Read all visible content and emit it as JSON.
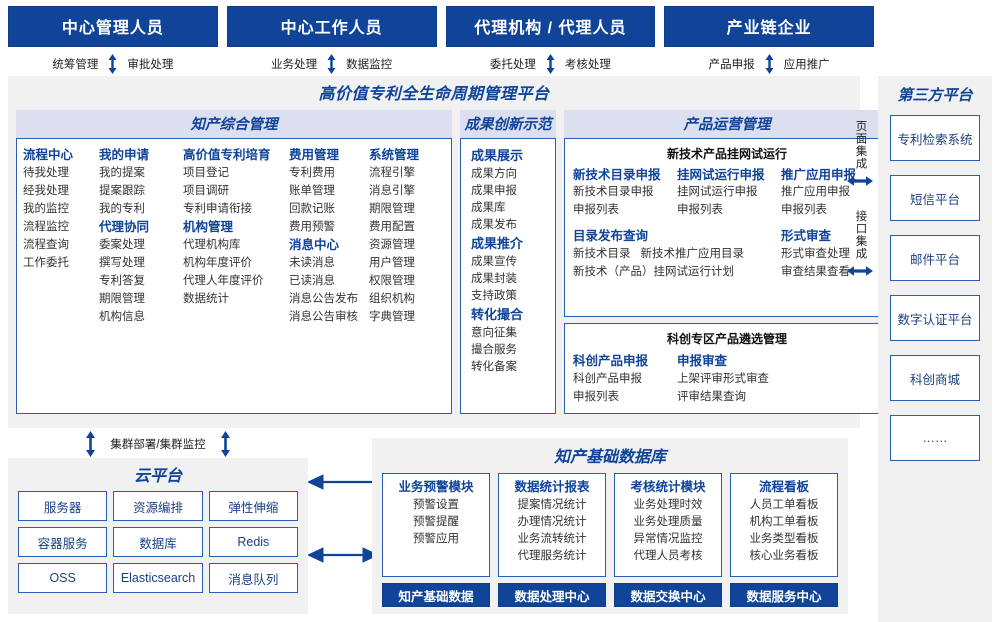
{
  "colors": {
    "brand": "#0f4499",
    "border": "#2b5cb8",
    "band": "#dcdff0",
    "panel": "#f1f1f1"
  },
  "roles": [
    {
      "title": "中心管理人员",
      "left": "统筹管理",
      "right": "审批处理"
    },
    {
      "title": "中心工作人员",
      "left": "业务处理",
      "right": "数据监控"
    },
    {
      "title": "代理机构 / 代理人员",
      "left": "委托处理",
      "right": "考核处理"
    },
    {
      "title": "产业链企业",
      "left": "产品申报",
      "right": "应用推广"
    }
  ],
  "platform": {
    "title": "高价值专利全生命周期管理平台",
    "ip_section": {
      "title": "知产综合管理",
      "columns": [
        {
          "blocks": [
            {
              "head": "流程中心",
              "items": [
                "待我处理",
                "经我处理",
                "我的监控",
                "流程监控",
                "流程查询",
                "工作委托"
              ]
            }
          ]
        },
        {
          "blocks": [
            {
              "head": "我的申请",
              "items": [
                "我的提案",
                "提案跟踪",
                "我的专利"
              ]
            },
            {
              "head": "代理协同",
              "items": [
                "委案处理",
                "撰写处理",
                "专利答复",
                "期限管理",
                "机构信息"
              ]
            }
          ]
        },
        {
          "blocks": [
            {
              "head": "高价值专利培育",
              "items": [
                "项目登记",
                "项目调研",
                "专利申请衔接"
              ]
            },
            {
              "head": "机构管理",
              "items": [
                "代理机构库",
                "机构年度评价",
                "代理人年度评价",
                "数据统计"
              ]
            }
          ]
        },
        {
          "blocks": [
            {
              "head": "费用管理",
              "items": [
                "专利费用",
                "账单管理",
                "回款记账",
                "费用预警"
              ]
            },
            {
              "head": "消息中心",
              "items": [
                "未读消息",
                "已读消息",
                "消息公告发布",
                "消息公告审核"
              ]
            }
          ]
        },
        {
          "blocks": [
            {
              "head": "系统管理",
              "items": [
                "流程引擎",
                "消息引擎",
                "期限管理",
                "费用配置",
                "资源管理",
                "用户管理",
                "权限管理",
                "组织机构",
                "字典管理"
              ]
            }
          ]
        }
      ]
    },
    "achievement_section": {
      "title": "成果创新示范",
      "blocks": [
        {
          "head": "成果展示",
          "items": [
            "成果方向",
            "成果申报",
            "成果库",
            "成果发布"
          ]
        },
        {
          "head": "成果推介",
          "items": [
            "成果宣传",
            "成果封装",
            "支持政策"
          ]
        },
        {
          "head": "转化撮合",
          "items": [
            "意向征集",
            "撮合服务",
            "转化备案"
          ]
        }
      ]
    },
    "product_section": {
      "title": "产品运营管理",
      "sub1": {
        "title": "新技术产品挂网试运行",
        "columns": [
          {
            "head": "新技术目录申报",
            "items": [
              "新技术目录申报",
              "申报列表"
            ]
          },
          {
            "head": "挂网试运行申报",
            "items": [
              "挂网试运行申报",
              "申报列表"
            ]
          },
          {
            "head": "推广应用申报",
            "items": [
              "推广应用申报",
              "申报列表"
            ]
          }
        ],
        "row2_left": {
          "head": "目录发布查询",
          "line1a": "新技术目录",
          "line1b": "新技术推广应用目录",
          "line2": "新技术（产品）挂网试运行计划"
        },
        "row2_right": {
          "head": "形式审查",
          "items": [
            "形式审查处理",
            "审查结果查看"
          ]
        }
      },
      "sub2": {
        "title": "科创专区产品遴选管理",
        "columns": [
          {
            "head": "科创产品申报",
            "items": [
              "科创产品申报",
              "申报列表"
            ]
          },
          {
            "head": "申报审查",
            "items": [
              "上架评审形式审查",
              "评审结果查询"
            ]
          }
        ]
      }
    }
  },
  "integration": {
    "page": "页面集成",
    "api": "接口集成"
  },
  "third_party": {
    "title": "第三方平台",
    "items": [
      "专利检索系统",
      "短信平台",
      "邮件平台",
      "数字认证平台",
      "科创商城",
      "……"
    ]
  },
  "cluster_label": "集群部署/集群监控",
  "cloud": {
    "title": "云平台",
    "items": [
      "服务器",
      "资源编排",
      "弹性伸缩",
      "容器服务",
      "数据库",
      "Redis",
      "OSS",
      "Elasticsearch",
      "消息队列"
    ]
  },
  "database": {
    "title": "知产基础数据库",
    "columns": [
      {
        "head": "业务预警模块",
        "items": [
          "预警设置",
          "预警提醒",
          "预警应用"
        ],
        "foot": "知产基础数据"
      },
      {
        "head": "数据统计报表",
        "items": [
          "提案情况统计",
          "办理情况统计",
          "业务流转统计",
          "代理服务统计"
        ],
        "foot": "数据处理中心"
      },
      {
        "head": "考核统计模块",
        "items": [
          "业务处理时效",
          "业务处理质量",
          "异常情况监控",
          "代理人员考核"
        ],
        "foot": "数据交换中心"
      },
      {
        "head": "流程看板",
        "items": [
          "人员工单看板",
          "机构工单看板",
          "业务类型看板",
          "核心业务看板"
        ],
        "foot": "数据服务中心"
      }
    ]
  }
}
